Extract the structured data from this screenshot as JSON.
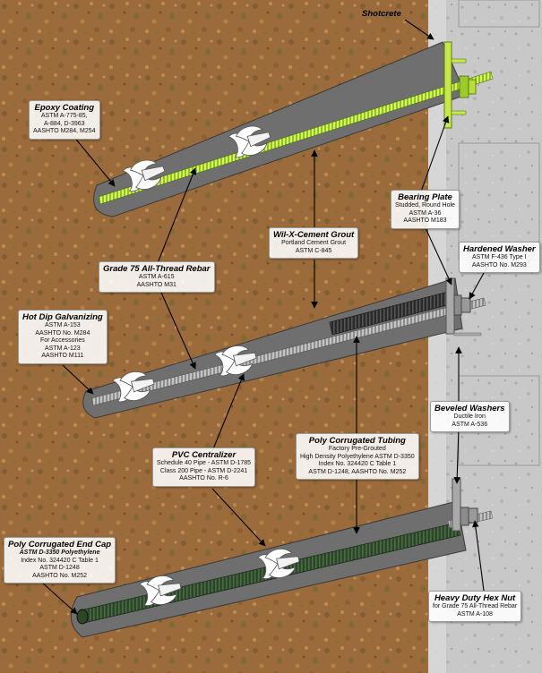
{
  "colors": {
    "soil": "#9a6a3a",
    "wall": "#c9c9c9",
    "grout": "#707070",
    "rebar_green": "#b8e03a",
    "tube_green": "#2f4a2c",
    "plate_green": "#c6e84a",
    "galvanized": "#9a9a9a"
  },
  "labels": {
    "shotcrete": "Shotcrete",
    "epoxy": {
      "title": "Epoxy Coating",
      "lines": [
        "ASTM A-775-85,",
        "A-884, D-3963",
        "AASHTO M284, M254"
      ]
    },
    "grade75": {
      "title": "Grade 75 All-Thread Rebar",
      "lines": [
        "ASTM A-615",
        "AASHTO M31"
      ]
    },
    "grout": {
      "title": "Wil-X-Cement Grout",
      "lines": [
        "Portland Cement Grout",
        "ASTM C-845"
      ]
    },
    "bearing": {
      "title": "Bearing Plate",
      "lines": [
        "Studded, Round Hole",
        "ASTM A-36",
        "AASHTO M183"
      ]
    },
    "hardened": {
      "title": "Hardened Washer",
      "lines": [
        "ASTM F-436 Type I",
        "AASHTO No. M293"
      ]
    },
    "hdg": {
      "title": "Hot Dip Galvanizing",
      "lines": [
        "ASTM A-153",
        "AASHTO No. M284",
        "For Accessories",
        "ASTM A-123",
        "AASHTO M111"
      ]
    },
    "beveled": {
      "title": "Beveled Washers",
      "lines": [
        "Ductile Iron",
        "ASTM A-536"
      ]
    },
    "tubing": {
      "title": "Poly Corrugated Tubing",
      "lines": [
        "Factory Pre-Grouted",
        "High Density Polyethylene ASTM D-3350",
        "Index No. 324420 C Table 1",
        "ASTM D-1248, AASHTO No. M252"
      ]
    },
    "pvc": {
      "title": "PVC Centralizer",
      "lines": [
        "Schedule 40 Pipe - ASTM D-1785",
        "Class 200 Pipe - ASTM D-2241",
        "AASHTO No. R-6"
      ]
    },
    "endcap": {
      "title": "Poly Corrugated End Cap",
      "bold_line": "ASTM D-3350 Polyethylene",
      "lines": [
        "Index No. 324420 C Table 1",
        "ASTM D-1248",
        "AASHTO No. M252"
      ]
    },
    "hexnut": {
      "title": "Heavy Duty Hex Nut",
      "lines": [
        "for Grade 75 All-Thread Rebar",
        "ASTM A-108"
      ]
    }
  }
}
